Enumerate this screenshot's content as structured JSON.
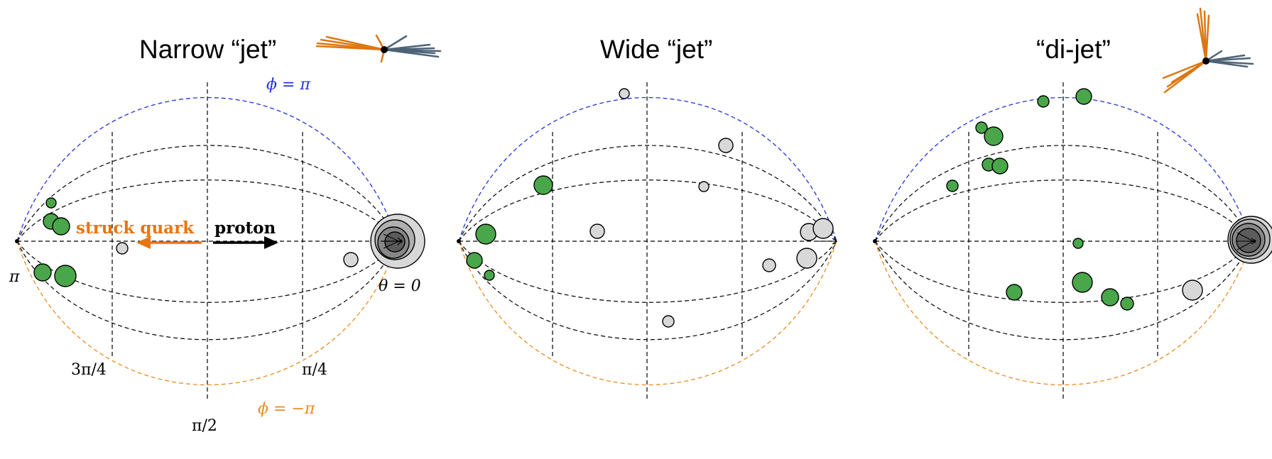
{
  "colors": {
    "phi_pi": "#2233dd",
    "phi_minus_pi": "#ee8a1c",
    "grid": "#000000",
    "struck": "#e87511",
    "proton": "#000000",
    "green": "#4aa64a",
    "gray": "#d8d8d8",
    "jet_dark": "#5c5c5c",
    "jet_orange": "#dd7711",
    "jet_slate": "#4d6377"
  },
  "panels": [
    {
      "title": "Narrow “jet”",
      "labels": {
        "phi_top": "ϕ = π",
        "phi_bottom": "ϕ = −π",
        "theta_zero": "θ = 0",
        "theta_pi": "π",
        "tick_3pi4": "3π/4",
        "tick_pi2": "π/2",
        "tick_pi4": "π/4",
        "struck": "struck quark",
        "proton": "proton"
      }
    },
    {
      "title": "Wide “jet”"
    },
    {
      "title": "“di-jet”"
    }
  ]
}
